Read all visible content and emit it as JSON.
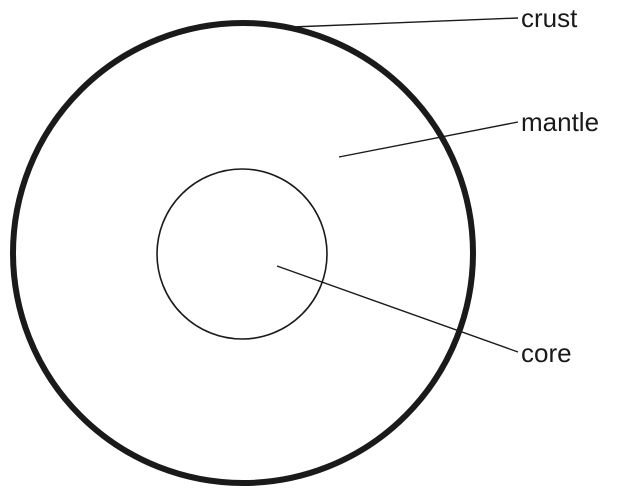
{
  "diagram": {
    "labels": {
      "crust": "crust",
      "mantle": "mantle",
      "core": "core"
    },
    "colors": {
      "stroke": "#1a1a1a",
      "background": "#ffffff"
    }
  }
}
